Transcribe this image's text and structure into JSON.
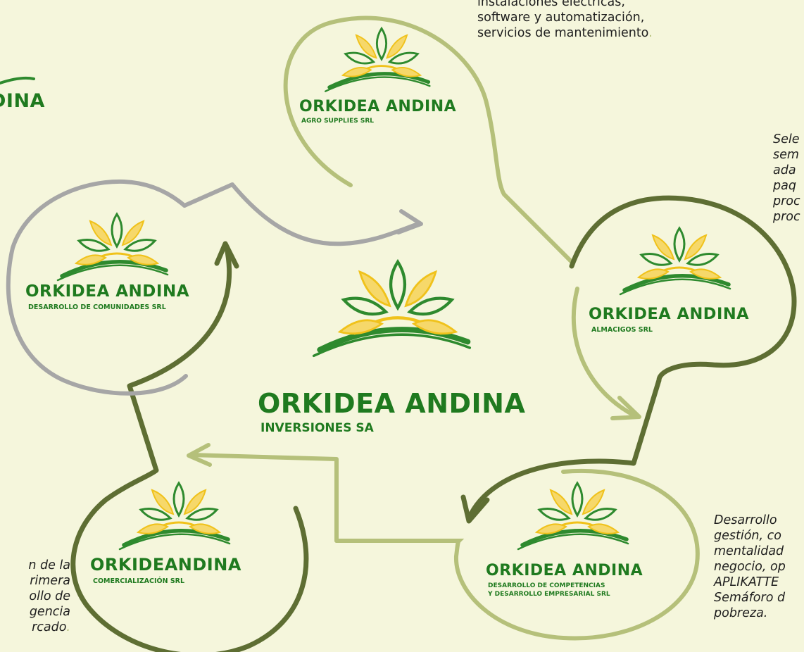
{
  "center": {
    "name": "ORKIDEA ANDINA",
    "subtitle": "INVERSIONES SA"
  },
  "companies": {
    "agro": {
      "name": "ORKIDEA ANDINA",
      "subtitle": "AGRO SUPPLIES SRL"
    },
    "almacigos": {
      "name": "ORKIDEA ANDINA",
      "subtitle": "ALMACIGOS SRL"
    },
    "competencias": {
      "name": "ORKIDEA ANDINA",
      "subtitle_1": "DESARROLLO DE COMPETENCIAS",
      "subtitle_2": "Y DESARROLLO EMPRESARIAL SRL"
    },
    "comercializacion": {
      "name": "ORKIDEANDINA",
      "subtitle": "COMERCIALIZACIÓN SRL"
    },
    "comunidades": {
      "name": "ORKIDEA ANDINA",
      "subtitle": "DESARROLLO DE COMUNIDADES SRL"
    },
    "partial_left": {
      "name": "DINA"
    }
  },
  "descriptions": {
    "top": {
      "lines": [
        "instalaciones eléctricas,",
        "software y automatización,",
        "servicios de mantenimiento"
      ],
      "period": "."
    },
    "right": {
      "lines": [
        "Sele",
        "sem",
        "ada",
        "paq",
        "proc",
        "proc"
      ]
    },
    "bottom_right": {
      "lines": [
        "Desarrollo",
        "gestión, co",
        "mentalidad",
        "negocio, op",
        "APLIKATTE",
        "Semáforo d",
        "pobreza."
      ]
    },
    "bottom_left": {
      "lines": [
        "n de la",
        "rimera",
        "ollo de",
        "gencia",
        "rcado"
      ],
      "period": "."
    }
  },
  "colors": {
    "background": "#f5f6dc",
    "brand_green": "#1f7a1f",
    "light_olive": "#b5c07a",
    "dark_olive": "#5e6e33",
    "gray": "#a6a6a6",
    "sun_yellow": "#f0c21b",
    "sun_yellow_light": "#f6d86a"
  }
}
